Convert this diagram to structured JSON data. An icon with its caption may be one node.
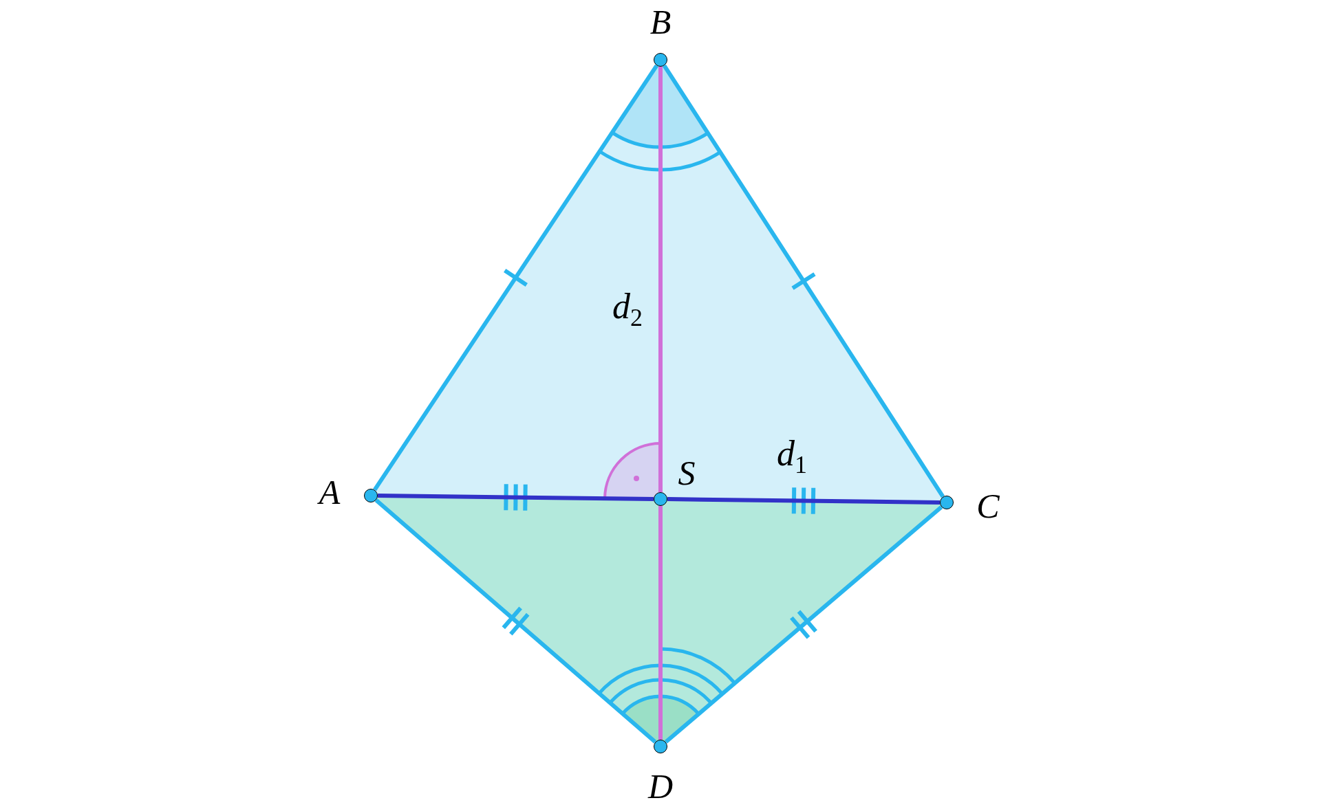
{
  "diagram": {
    "nodes": [
      {
        "text": [
          "A"
        ]
      },
      {
        "text": [
          "B"
        ]
      },
      {
        "text": [
          "C"
        ]
      },
      {
        "text": [
          "D"
        ]
      },
      {
        "text": [
          "S"
        ]
      }
    ],
    "edges": [
      {
        "from": 0,
        "to": 1,
        "arrow": "none"
      },
      {
        "from": 1,
        "to": 2,
        "arrow": "none"
      },
      {
        "from": 2,
        "to": 3,
        "arrow": "none"
      },
      {
        "from": 3,
        "to": 0,
        "arrow": "none"
      },
      {
        "from": 0,
        "to": 4,
        "arrow": "none",
        "color": "#3232c8"
      },
      {
        "from": 4,
        "to": 2,
        "arrow": "none",
        "color": "#3232c8",
        "label": "d$_{1}$"
      },
      {
        "from": 1,
        "to": 4,
        "arrow": "none",
        "color": "#d070d8",
        "label": "d$_{2}$"
      },
      {
        "from": 4,
        "to": 3,
        "arrow": "none",
        "color": "#d070d8"
      }
    ]
  }
}
